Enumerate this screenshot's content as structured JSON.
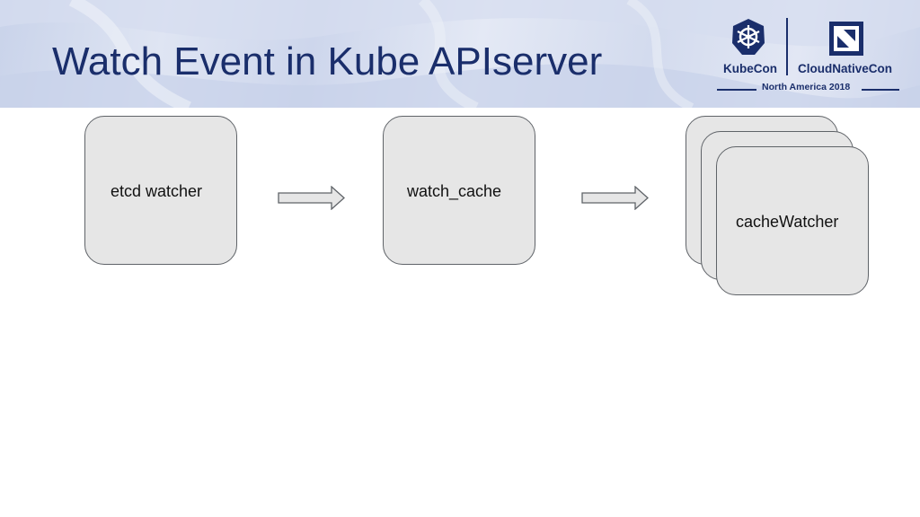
{
  "title": "Watch Event in Kube APIserver",
  "logos": {
    "kubecon": "KubeCon",
    "cloudnativecon": "CloudNativeCon",
    "event": "North America 2018",
    "kubecon_icon": "kubernetes-helm-icon",
    "cncf_icon": "cncf-icon"
  },
  "diagram": {
    "nodes": [
      {
        "label": "etcd watcher"
      },
      {
        "label": "watch_cache"
      },
      {
        "label": "cacheWatcher"
      }
    ]
  },
  "colors": {
    "title": "#1a2e6b",
    "box_fill": "#e6e6e6",
    "box_border": "#5f6368"
  }
}
